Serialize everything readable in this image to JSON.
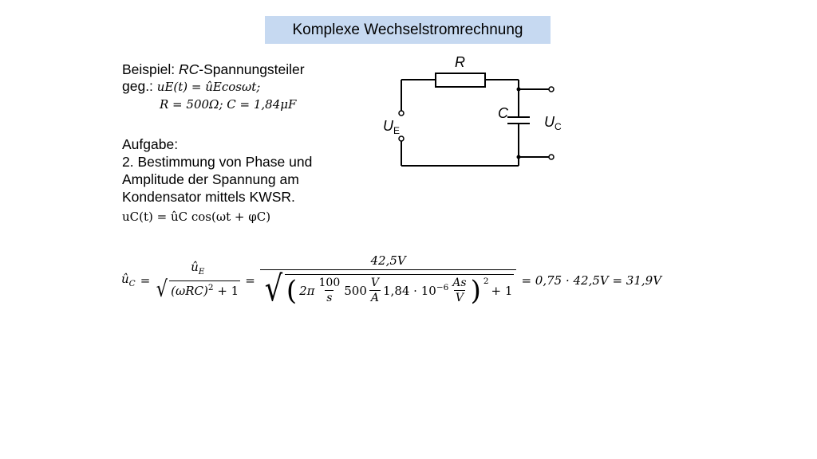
{
  "title": "Komplexe Wechselstromrechnung",
  "example": {
    "label_prefix": "Beispiel: ",
    "label_italic": "RC",
    "label_suffix": "-Spannungsteiler",
    "given_prefix": "geg.: ",
    "given_eq": "uE(t) = ûEcosωt;",
    "given_values": "R = 500Ω; C = 1,84μF"
  },
  "task": {
    "heading": "Aufgabe:",
    "line1": "2. Bestimmung von Phase und",
    "line2": "Amplitude der Spannung am",
    "line3": "Kondensator mittels KWSR.",
    "line4": "uC(t) = ûC cos(ωt + φC)"
  },
  "circuit": {
    "resistor_label": "R",
    "capacitor_label": "C",
    "input_label": "U",
    "input_sub": "E",
    "output_label": "U",
    "output_sub": "C"
  },
  "formula": {
    "lhs": "û",
    "lhs_sub": "C",
    "eq": "=",
    "frac1_num": "û",
    "frac1_num_sub": "E",
    "frac1_den": "(ωRC)",
    "frac1_den_pow": "2",
    "frac1_den_tail": "+ 1",
    "frac2_num": "42,5V",
    "twopi": "2π",
    "f_num": "100",
    "f_den": "s",
    "r_val": "500",
    "r_num": "V",
    "r_den": "A",
    "c_val": "1,84 · 10",
    "c_exp": "−6",
    "c_num": "As",
    "c_den": "V",
    "pow2": "2",
    "plus_one": "+ 1",
    "result": "= 0,75 · 42,5V = 31,9V"
  }
}
